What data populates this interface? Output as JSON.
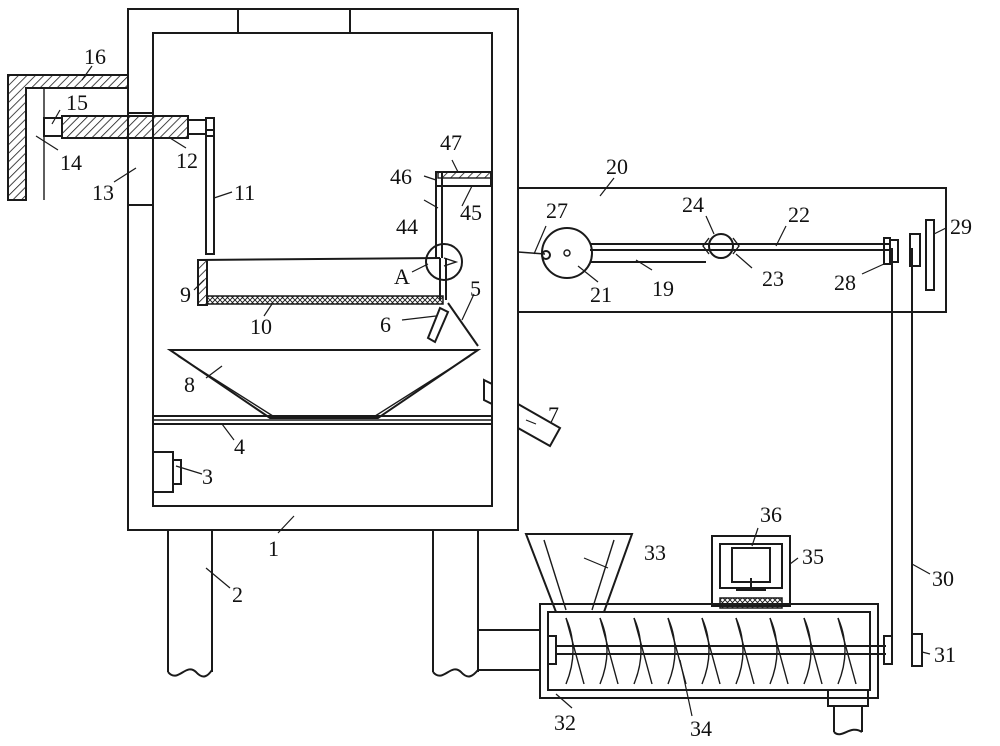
{
  "diagram": {
    "labels": {
      "l1": "1",
      "l2": "2",
      "l3": "3",
      "l4": "4",
      "l5": "5",
      "l6": "6",
      "l7": "7",
      "l8": "8",
      "l9": "9",
      "l10": "10",
      "l11": "11",
      "l12": "12",
      "l13": "13",
      "l14": "14",
      "l15": "15",
      "l16": "16",
      "l19": "19",
      "l20": "20",
      "l21": "21",
      "l22": "22",
      "l23": "23",
      "l24": "24",
      "l27": "27",
      "l28": "28",
      "l29": "29",
      "l30": "30",
      "l31": "31",
      "l32": "32",
      "l33": "33",
      "l34": "34",
      "l35": "35",
      "l36": "36",
      "l44": "44",
      "l45": "45",
      "l46": "46",
      "l47": "47",
      "lA": "A"
    },
    "colors": {
      "line": "#1a1a1a",
      "background": "#ffffff"
    }
  }
}
